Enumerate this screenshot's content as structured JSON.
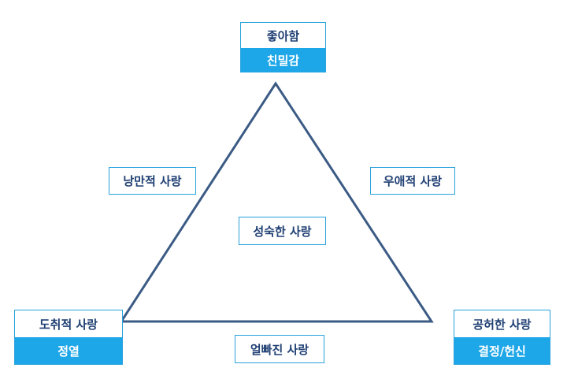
{
  "vertices": {
    "top": {
      "label": "좋아함",
      "component": "친밀감"
    },
    "bottom_left": {
      "label": "도취적 사랑",
      "component": "정열"
    },
    "bottom_right": {
      "label": "공허한 사랑",
      "component": "결정/헌신"
    }
  },
  "edges": {
    "left": "낭만적 사랑",
    "right": "우애적 사랑",
    "bottom": "얼빠진 사랑"
  },
  "center": "성숙한 사랑",
  "colors": {
    "line": "#3b5b85",
    "accent": "#1ea7e8",
    "border": "#2aa2dc",
    "text": "#1f3f73"
  }
}
